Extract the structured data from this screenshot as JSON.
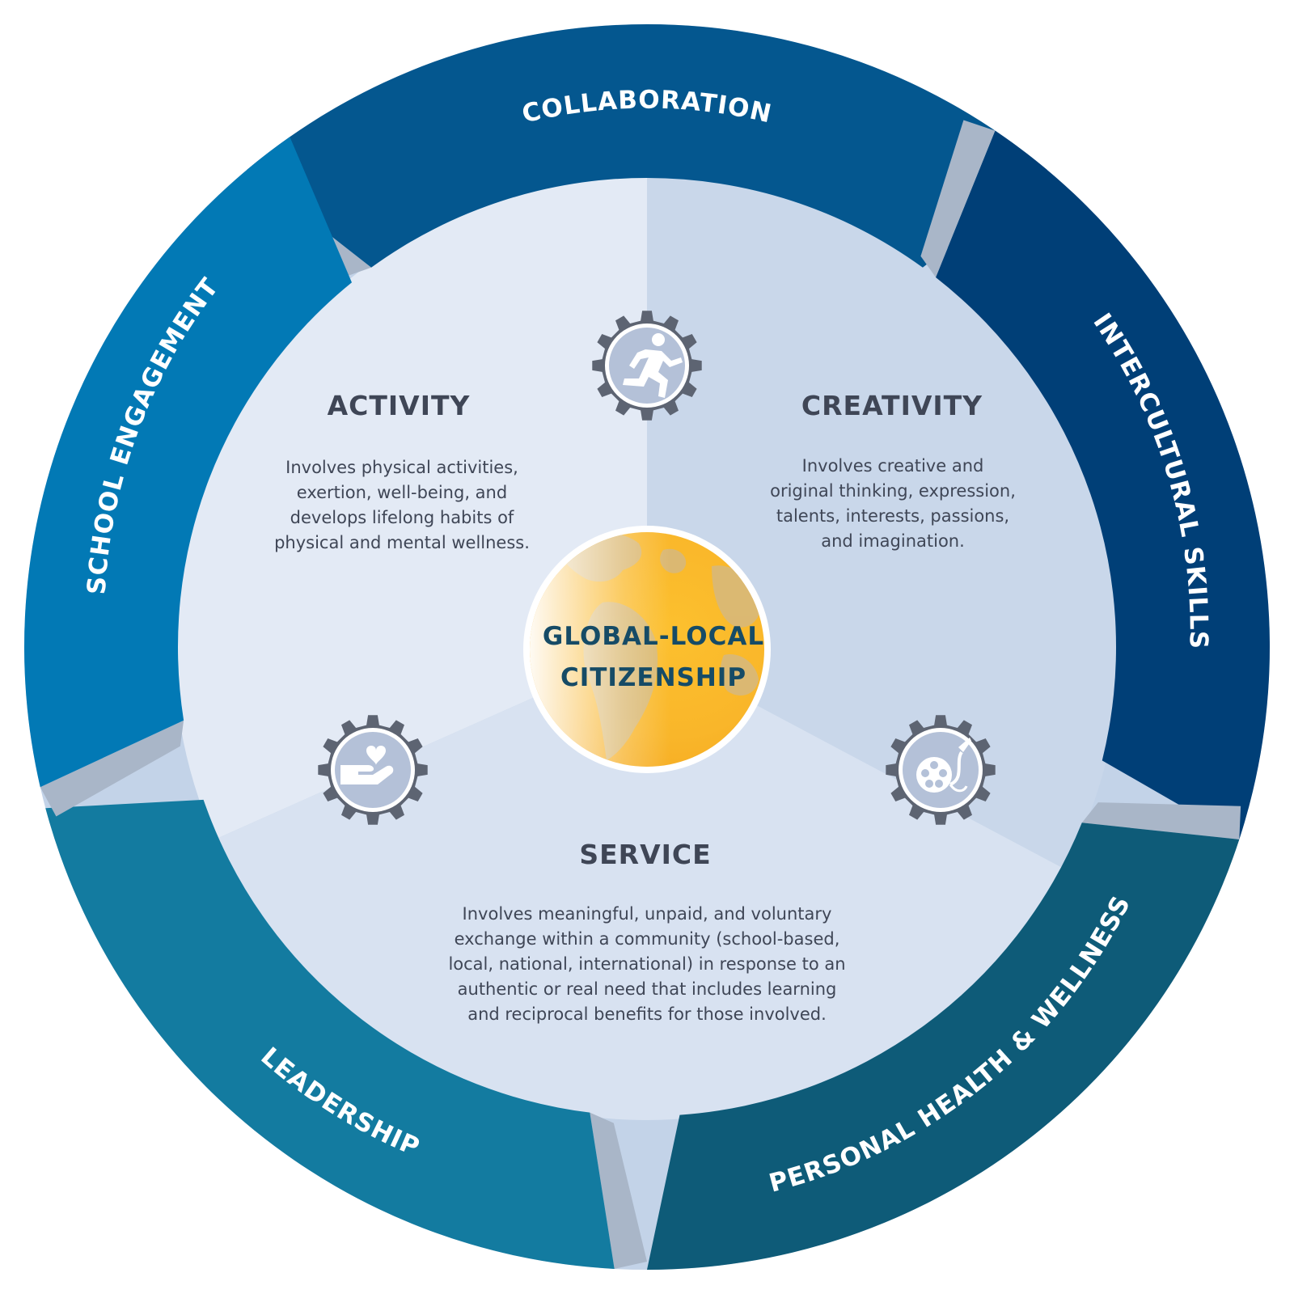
{
  "center": {
    "lines": [
      "GLOBAL-LOCAL",
      "CITIZENSHIP"
    ]
  },
  "outer_ring": [
    {
      "id": "collaboration",
      "label": "COLLABORATION",
      "color": "#04578f"
    },
    {
      "id": "intercultural",
      "label": "INTERCULTURAL SKILLS",
      "color": "#003f77"
    },
    {
      "id": "personal-health",
      "label": "PERSONAL HEALTH & WELLNESS",
      "color": "#0e5b78"
    },
    {
      "id": "leadership",
      "label": "LEADERSHIP",
      "color": "#137ba0"
    },
    {
      "id": "school-engagement",
      "label": "SCHOOL ENGAGEMENT",
      "color": "#0279b5"
    }
  ],
  "sections": [
    {
      "id": "activity",
      "title": "ACTIVITY",
      "icon": "running-person-icon",
      "desc": [
        "Involves physical activities,",
        "exertion, well-being, and",
        "develops lifelong habits of",
        "physical and mental wellness."
      ]
    },
    {
      "id": "creativity",
      "title": "CREATIVITY",
      "icon": "film-reel-brush-icon",
      "desc": [
        "Involves creative and",
        "original thinking, expression,",
        "talents, interests, passions,",
        "and imagination."
      ]
    },
    {
      "id": "service",
      "title": "SERVICE",
      "icon": "hand-heart-icon",
      "desc": [
        "Involves meaningful, unpaid, and voluntary",
        "exchange within a community (school-based,",
        "local, national, international) in response to an",
        "authentic or real need that includes learning",
        "and reciprocal benefits for those involved."
      ]
    }
  ],
  "colors": {
    "ring_gap": "#c3d3e8",
    "ring_gap_shadow": "#a9b6c8",
    "activity_fill": "#e3eaf5",
    "creativity_fill": "#c9d7ea",
    "service_fill": "#d8e2f1",
    "globe": "#fbb829",
    "gear": "#5d6472",
    "text_dark": "#3f4656",
    "center_text": "#164b66"
  }
}
